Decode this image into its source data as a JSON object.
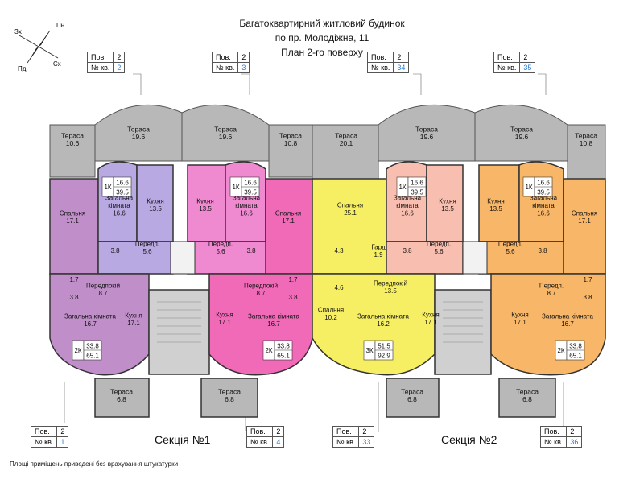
{
  "header": {
    "line1": "Багатоквартирний житловий будинок",
    "line2": "по пр. Молодіжна, 11",
    "line3": "План 2-го поверху"
  },
  "compass": {
    "n": "Пн",
    "s": "Пд",
    "e": "Сх",
    "w": "Зх"
  },
  "plate_labels": {
    "floor": "Пов.",
    "apt": "№ кв."
  },
  "plates": [
    {
      "floor": "2",
      "apt": "2"
    },
    {
      "floor": "2",
      "apt": "3"
    },
    {
      "floor": "2",
      "apt": "34"
    },
    {
      "floor": "2",
      "apt": "35"
    },
    {
      "floor": "2",
      "apt": "1"
    },
    {
      "floor": "2",
      "apt": "4"
    },
    {
      "floor": "2",
      "apt": "33"
    },
    {
      "floor": "2",
      "apt": "36"
    }
  ],
  "sections": [
    "Секція №1",
    "Секція №2"
  ],
  "footnote": "Площі приміщень приведені без врахування штукатурки",
  "colors": {
    "terrace": "#b8b8b8",
    "purple": "#c08fca",
    "lavender": "#b9a9e2",
    "pink": "#ef8ad0",
    "magenta": "#f06ab8",
    "yellow": "#f7ef63",
    "salmon": "#f8bfb0",
    "orange": "#f8b768",
    "stair": "#d0d0d0"
  },
  "rooms": [
    {
      "id": "ter-1",
      "lines": [
        "Тераса",
        "10.6"
      ]
    },
    {
      "id": "ter-2",
      "lines": [
        "Тераса",
        "19.6"
      ]
    },
    {
      "id": "ter-3",
      "lines": [
        "Тераса",
        "19.6"
      ]
    },
    {
      "id": "ter-4",
      "lines": [
        "Тераса",
        "10.8"
      ]
    },
    {
      "id": "ter-5",
      "lines": [
        "Тераса",
        "20.1"
      ]
    },
    {
      "id": "ter-6",
      "lines": [
        "Тераса",
        "19.6"
      ]
    },
    {
      "id": "ter-7",
      "lines": [
        "Тераса",
        "19.6"
      ]
    },
    {
      "id": "ter-8",
      "lines": [
        "Тераса",
        "10.8"
      ]
    },
    {
      "id": "a2-bed",
      "lines": [
        "Спальня",
        "17.1"
      ]
    },
    {
      "id": "a2-liv",
      "lines": [
        "Загальна",
        "кімната",
        "16.6"
      ]
    },
    {
      "id": "a2-kit",
      "lines": [
        "Кухня",
        "13.5"
      ]
    },
    {
      "id": "a2-hall",
      "lines": [
        "Передп.",
        "5.6"
      ]
    },
    {
      "id": "a2-bath",
      "lines": [
        "3.8"
      ]
    },
    {
      "id": "a3-kit",
      "lines": [
        "Кухня",
        "13.5"
      ]
    },
    {
      "id": "a3-liv",
      "lines": [
        "Загальна",
        "кімната",
        "16.6"
      ]
    },
    {
      "id": "a3-bed",
      "lines": [
        "Спальня",
        "17.1"
      ]
    },
    {
      "id": "a3-hall",
      "lines": [
        "Передп.",
        "5.6"
      ]
    },
    {
      "id": "a3-bath",
      "lines": [
        "3.8"
      ]
    },
    {
      "id": "a34-bed",
      "lines": [
        "Спальня",
        "25.1"
      ]
    },
    {
      "id": "a34-b1",
      "lines": [
        "4.3"
      ]
    },
    {
      "id": "a34-gard",
      "lines": [
        "Гард",
        "1.9"
      ]
    },
    {
      "id": "a34-b2",
      "lines": [
        "4.6"
      ]
    },
    {
      "id": "a34-hall",
      "lines": [
        "Передпокій",
        "13.5"
      ]
    },
    {
      "id": "a35-liv",
      "lines": [
        "Загальна",
        "кімната",
        "16.6"
      ]
    },
    {
      "id": "a35-kit",
      "lines": [
        "Кухня",
        "13.5"
      ]
    },
    {
      "id": "a35-hall",
      "lines": [
        "Передп.",
        "5.6"
      ]
    },
    {
      "id": "a35-bath",
      "lines": [
        "3.8"
      ]
    },
    {
      "id": "a36-kit",
      "lines": [
        "Кухня",
        "13.5"
      ]
    },
    {
      "id": "a36-liv",
      "lines": [
        "Загальна",
        "кімната",
        "16.6"
      ]
    },
    {
      "id": "a36-bed",
      "lines": [
        "Спальня",
        "17.1"
      ]
    },
    {
      "id": "a36-hall",
      "lines": [
        "Передп.",
        "5.6"
      ]
    },
    {
      "id": "a36-bath",
      "lines": [
        "3.8"
      ]
    },
    {
      "id": "a1-wc",
      "lines": [
        "1.7"
      ]
    },
    {
      "id": "a1-bath",
      "lines": [
        "3.8"
      ]
    },
    {
      "id": "a1-hall",
      "lines": [
        "Передпокій",
        "8.7"
      ]
    },
    {
      "id": "a1-liv",
      "lines": [
        "Загальна кімната",
        "16.7"
      ]
    },
    {
      "id": "a1-kit",
      "lines": [
        "Кухня",
        "17.1"
      ]
    },
    {
      "id": "a4-hall",
      "lines": [
        "Передпокій",
        "8.7"
      ]
    },
    {
      "id": "a4-wc",
      "lines": [
        "1.7"
      ]
    },
    {
      "id": "a4-bath",
      "lines": [
        "3.8"
      ]
    },
    {
      "id": "a4-kit",
      "lines": [
        "Кухня",
        "17.1"
      ]
    },
    {
      "id": "a4-liv",
      "lines": [
        "Загальна кімната",
        "16.7"
      ]
    },
    {
      "id": "a33-bed",
      "lines": [
        "Спальня",
        "10.2"
      ]
    },
    {
      "id": "a33-liv",
      "lines": [
        "Загальна кімната",
        "16.2"
      ]
    },
    {
      "id": "a33-kit",
      "lines": [
        "Кухня",
        "17.1"
      ]
    },
    {
      "id": "a36b-hall",
      "lines": [
        "Передп.",
        "8.7"
      ]
    },
    {
      "id": "a36b-wc",
      "lines": [
        "1.7"
      ]
    },
    {
      "id": "a36b-bath",
      "lines": [
        "3.8"
      ]
    },
    {
      "id": "a36b-kit",
      "lines": [
        "Кухня",
        "17.1"
      ]
    },
    {
      "id": "a36b-liv",
      "lines": [
        "Загальна кімната",
        "16.7"
      ]
    },
    {
      "id": "ter-9",
      "lines": [
        "Тераса",
        "6.8"
      ]
    },
    {
      "id": "ter-10",
      "lines": [
        "Тераса",
        "6.8"
      ]
    },
    {
      "id": "ter-11",
      "lines": [
        "Тераса",
        "6.8"
      ]
    },
    {
      "id": "ter-12",
      "lines": [
        "Тераса",
        "6.8"
      ]
    }
  ],
  "apartment_tags": [
    {
      "id": "tag-2",
      "type": "1К",
      "area1": "16.6",
      "area2": "39.5"
    },
    {
      "id": "tag-3",
      "type": "1К",
      "area1": "16.6",
      "area2": "39.5"
    },
    {
      "id": "tag-34",
      "type": "1К",
      "area1": "16.6",
      "area2": "39.5"
    },
    {
      "id": "tag-35",
      "type": "1К",
      "area1": "16.6",
      "area2": "39.5"
    },
    {
      "id": "tag-1",
      "type": "2К",
      "area1": "33.8",
      "area2": "65.1"
    },
    {
      "id": "tag-4",
      "type": "2К",
      "area1": "33.8",
      "area2": "65.1"
    },
    {
      "id": "tag-33",
      "type": "3К",
      "area1": "51.5",
      "area2": "92.9"
    },
    {
      "id": "tag-36",
      "type": "2К",
      "area1": "33.8",
      "area2": "65.1"
    }
  ]
}
